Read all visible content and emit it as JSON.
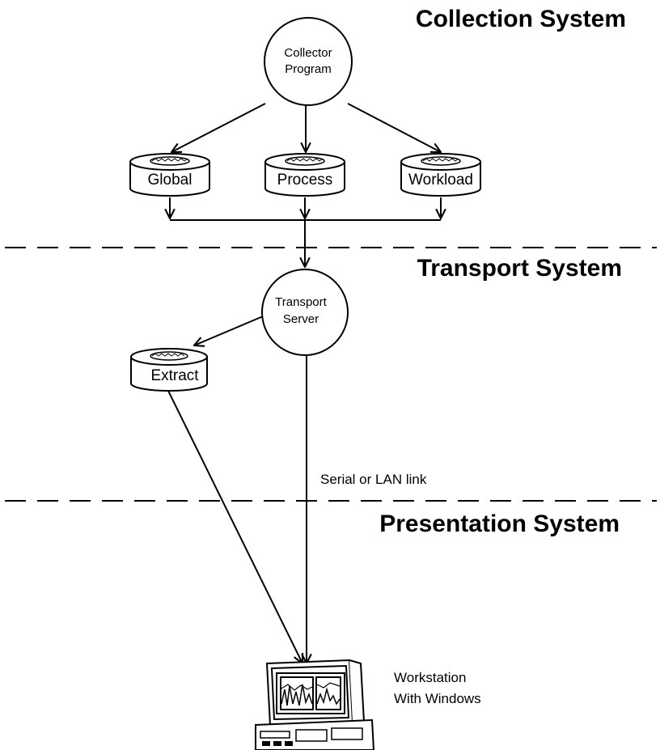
{
  "sections": {
    "collection": "Collection System",
    "transport": "Transport System",
    "presentation": "Presentation System"
  },
  "nodes": {
    "collector": [
      "Collector",
      "Program"
    ],
    "transport_server": [
      "Transport",
      "Server"
    ],
    "global": "Global",
    "process": "Process",
    "workload": "Workload",
    "extract": "Extract"
  },
  "link_label": "Serial or LAN link",
  "workstation": [
    "Workstation",
    "With Windows"
  ]
}
